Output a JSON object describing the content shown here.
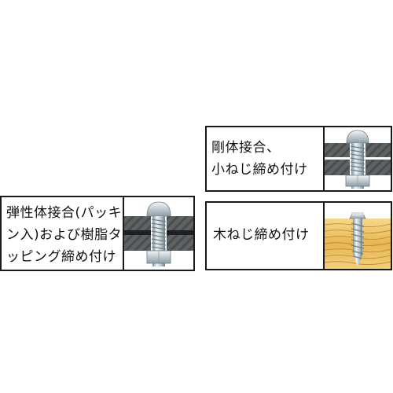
{
  "cards": {
    "rigid": {
      "label": "剛体接合、\n小ねじ締め付け",
      "illustration": "machine-screw-through-rigid-plates-icon"
    },
    "wood": {
      "label": "木ねじ締め付け",
      "illustration": "wood-screw-in-wood-icon"
    },
    "elastic": {
      "label": "弾性体接合(パッキ\nン入)および樹脂タ\nッピング締め付け",
      "illustration": "screw-with-gasket-icon"
    }
  },
  "colors": {
    "border": "#1a1a1a",
    "plate": "#5f6263",
    "plate_hatch": "#3e4142",
    "screw_light": "#e9f0f3",
    "screw_mid": "#a9b8bf",
    "screw_dark": "#6d7e86",
    "wood_light": "#f4d37e",
    "wood_mid": "#e5b24e",
    "wood_grain": "#b5822b"
  }
}
